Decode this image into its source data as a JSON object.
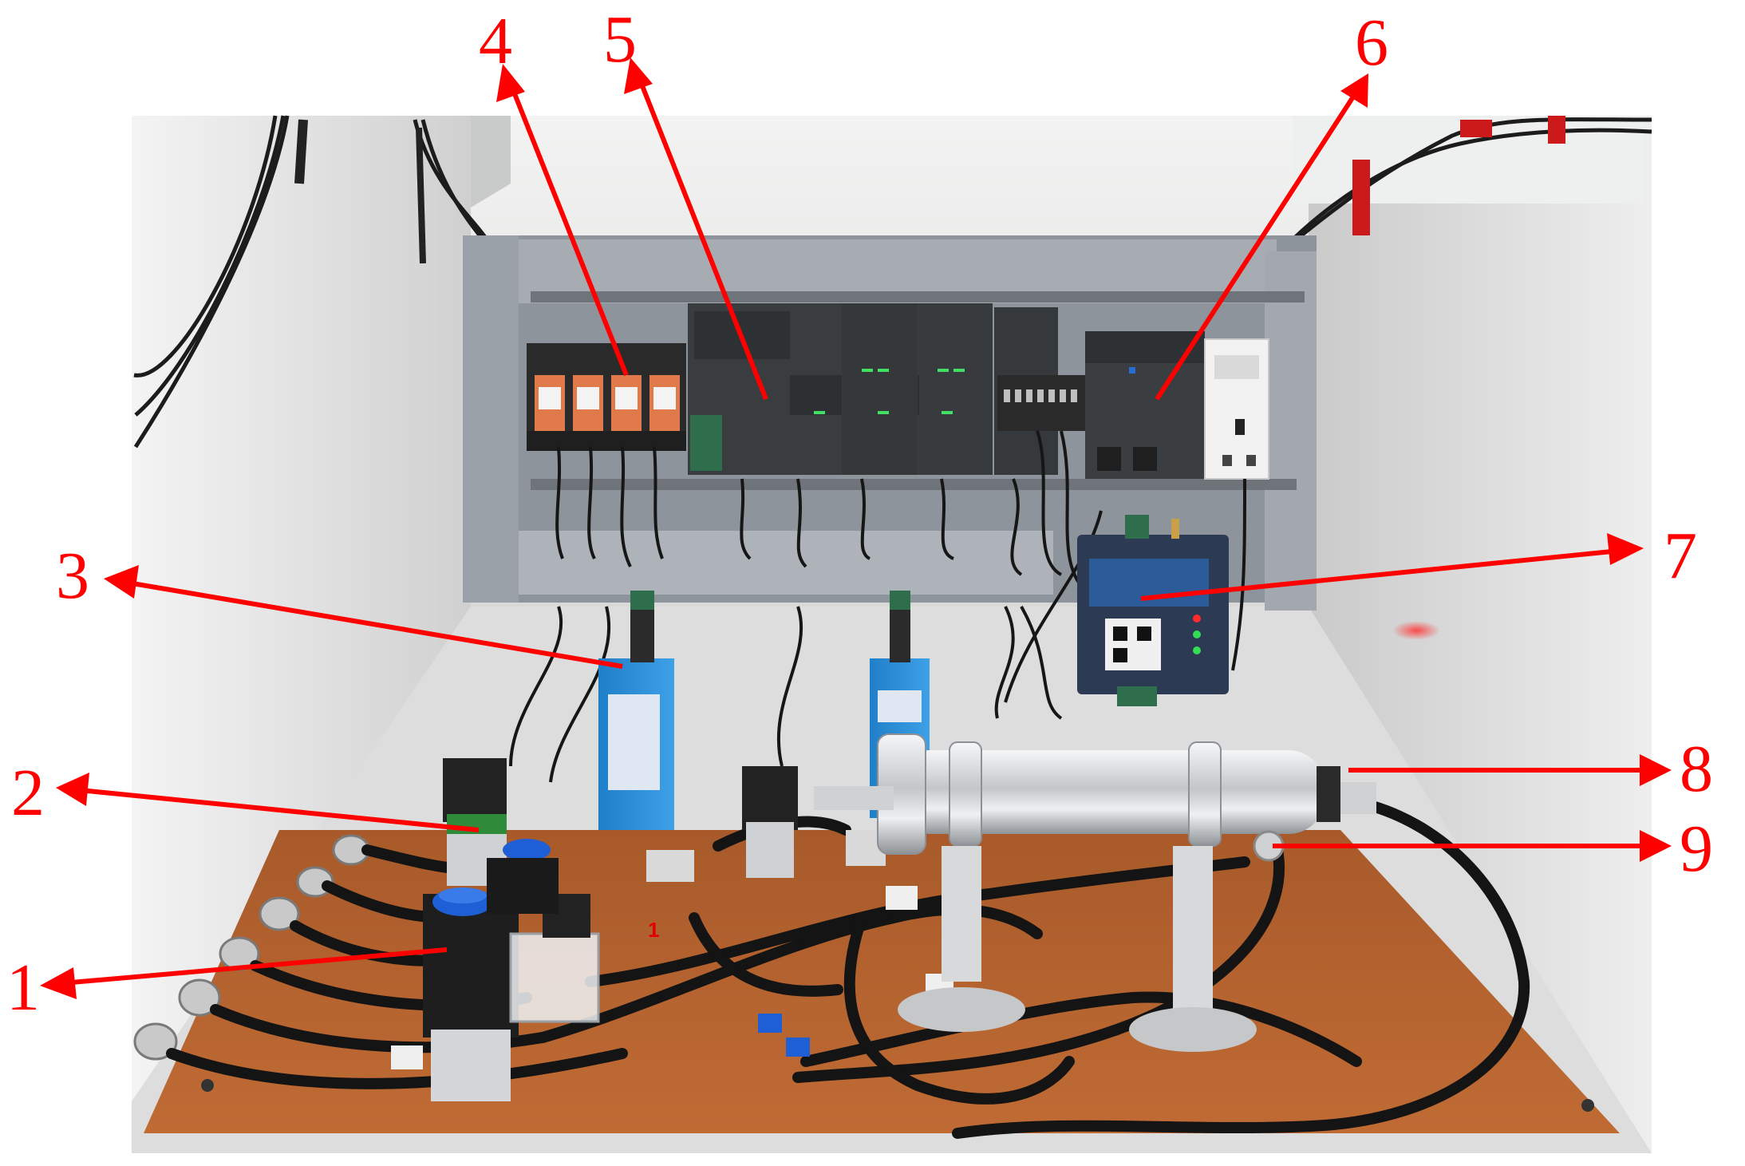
{
  "callouts": [
    {
      "id": "1",
      "label": "1"
    },
    {
      "id": "2",
      "label": "2"
    },
    {
      "id": "3",
      "label": "3"
    },
    {
      "id": "4",
      "label": "4"
    },
    {
      "id": "5",
      "label": "5"
    },
    {
      "id": "6",
      "label": "6"
    },
    {
      "id": "7",
      "label": "7"
    },
    {
      "id": "8",
      "label": "8"
    },
    {
      "id": "9",
      "label": "9"
    }
  ],
  "board_mark": "1",
  "colors": {
    "annotation": "#ff0000",
    "cabinet": "#e4e5e4",
    "mounting_plate": "#b5622e",
    "din_frame": "#9aa0a8",
    "module": "#3a3d40",
    "relay": "#e07a4a",
    "sensor_blue": "#2f8fd6",
    "stainless": "#d7d9db",
    "tubing": "#1a1a1a"
  }
}
